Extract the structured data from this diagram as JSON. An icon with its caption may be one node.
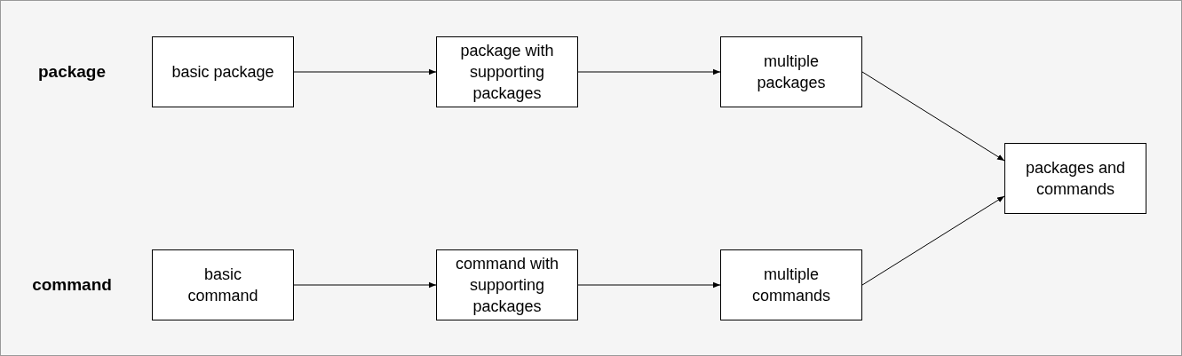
{
  "diagram": {
    "nodes": [
      {
        "text": [
          "basic package"
        ]
      },
      {
        "text": [
          "package with supporting packages"
        ]
      },
      {
        "text": [
          "multiple packages"
        ]
      },
      {
        "text": [
          "packages and commands"
        ]
      },
      {
        "text": [
          "basic command"
        ]
      },
      {
        "text": [
          "command with supporting packages"
        ]
      },
      {
        "text": [
          "multiple commands"
        ]
      }
    ],
    "edges": [
      {
        "from": 0,
        "to": 1,
        "arrow": "to"
      },
      {
        "from": 1,
        "to": 2,
        "arrow": "to"
      },
      {
        "from": 2,
        "to": 3,
        "arrow": "to"
      },
      {
        "from": 4,
        "to": 5,
        "arrow": "to"
      },
      {
        "from": 5,
        "to": 6,
        "arrow": "to"
      },
      {
        "from": 6,
        "to": 3,
        "arrow": "to"
      }
    ],
    "labels": [
      "package",
      "command"
    ]
  }
}
